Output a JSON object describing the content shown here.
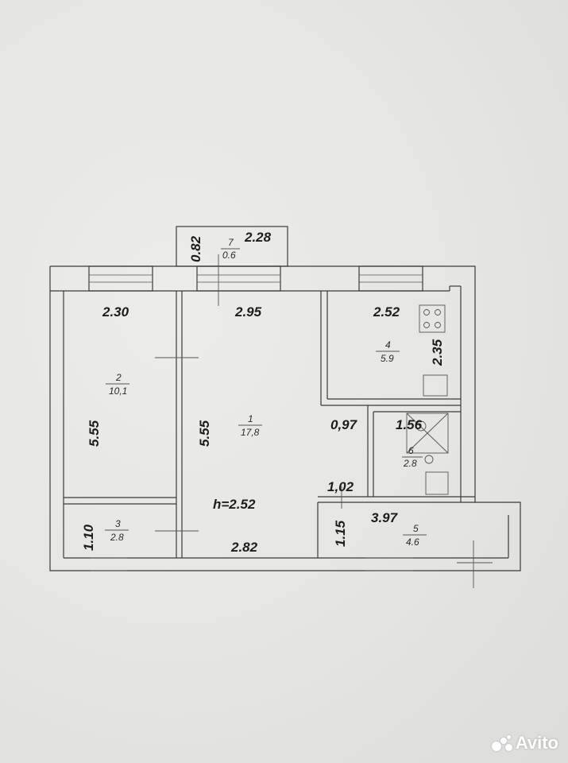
{
  "balcony": {
    "depth": "0.82",
    "length": "2.28",
    "number": "7",
    "area": "0.6"
  },
  "rooms": [
    {
      "id": "room-1",
      "number": "1",
      "area": "17,8",
      "width": "2.95",
      "height": "5.55"
    },
    {
      "id": "room-2",
      "number": "2",
      "area": "10,1",
      "width": "2.30",
      "height": "5.55"
    },
    {
      "id": "room-3",
      "number": "3",
      "area": "2.8",
      "height": "1.10"
    },
    {
      "id": "room-4",
      "number": "4",
      "area": "5.9",
      "width": "2.52",
      "height": "2.35"
    },
    {
      "id": "room-5",
      "number": "5",
      "area": "4.6",
      "width": "3.97",
      "height": "1.15"
    },
    {
      "id": "room-6",
      "number": "6",
      "area": "2.8",
      "width": "1.56"
    }
  ],
  "corridor": {
    "width": "0,97",
    "depth": "1,02"
  },
  "bottom_width": "2.82",
  "ceiling_height": "h=2.52",
  "watermark": {
    "text": "Avito",
    "color": "#ffffff"
  }
}
